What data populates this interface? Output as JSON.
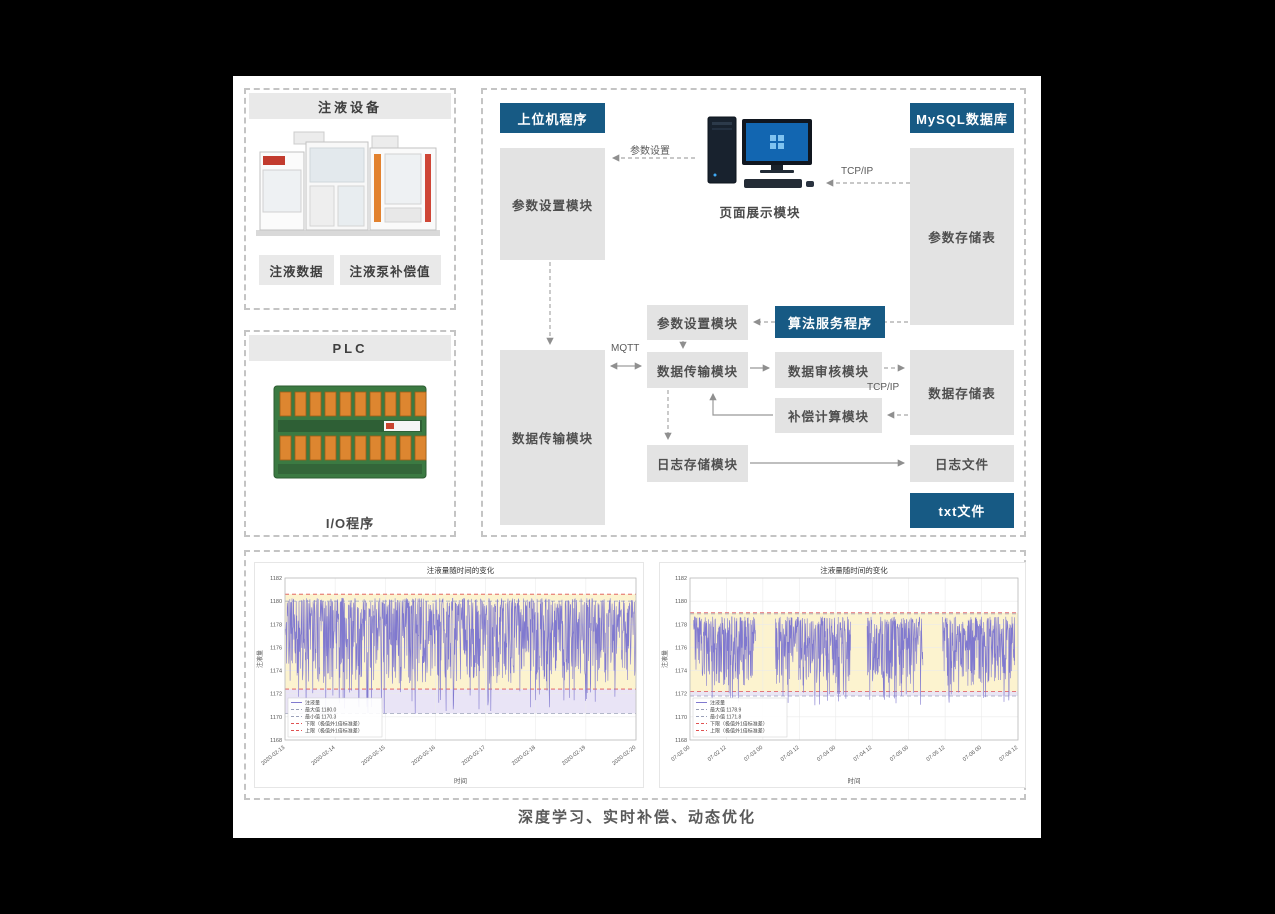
{
  "caption": "深度学习、实时补偿、动态优化",
  "ui_colors": {
    "badge_blue": "#175a84",
    "module_gray": "#e3e3e3",
    "panel_border": "#c4c4c4",
    "series_purple": "#8079cf",
    "limit_red": "#e05252",
    "band_yellow": "#fcf3cf"
  },
  "equipment_panel": {
    "title": "注液设备",
    "chips": [
      "注液数据",
      "注液泵补偿值"
    ]
  },
  "plc_panel": {
    "title": "PLC",
    "footer": "I/O程序"
  },
  "architecture": {
    "badges": {
      "host": "上位机程序",
      "mysql": "MySQL数据库",
      "algo": "算法服务程序",
      "txt": "txt文件"
    },
    "modules": {
      "param_setting_left": "参数设置模块",
      "page_display": "页面展示模块",
      "param_table": "参数存储表",
      "data_trans_left": "数据传输模块",
      "param_setting_mid": "参数设置模块",
      "data_trans_mid": "数据传输模块",
      "data_audit": "数据审核模块",
      "comp_calc": "补偿计算模块",
      "data_table": "数据存储表",
      "log_store": "日志存储模块",
      "log_file": "日志文件"
    },
    "edge_labels": {
      "param_set": "参数设置",
      "tcpip_top": "TCP/IP",
      "mqtt": "MQTT",
      "tcpip_right": "TCP/IP"
    }
  },
  "chart_data": [
    {
      "type": "line",
      "title": "注液量随时间的变化",
      "xlabel": "时间",
      "ylabel": "注液量",
      "ylim": [
        1168,
        1182
      ],
      "yticks": [
        1168,
        1170,
        1172,
        1174,
        1176,
        1178,
        1180,
        1182
      ],
      "xticklabels": [
        "2020-02-13",
        "2020-02-14",
        "2020-02-15",
        "2020-02-16",
        "2020-02-17",
        "2020-02-18",
        "2020-02-19",
        "2020-02-20"
      ],
      "series_name": "注液量",
      "series_summary": "high-frequency noisy signal oscillating mostly between 1172 and 1180 with occasional dips to about 1170.3",
      "max_value": 1180.0,
      "min_value": 1170.3,
      "upper_limit": 1180.6,
      "lower_limit": 1172.4,
      "legend": [
        "注液量",
        "最大值 1180.0",
        "最小值 1170.3",
        "下限（极值外1倍标准差）",
        "上限（极值外1倍标准差）"
      ],
      "legend_position": "lower left",
      "grid": true,
      "colors": {
        "line": "#8079cf",
        "band": "#fcf3cf",
        "sub_band": "#e9e4f6",
        "limit": "#e05252",
        "minmax": "#9aa0b8"
      },
      "noise": {
        "seed": 11,
        "points": 1100,
        "segments": [
          [
            0.0,
            1.0
          ]
        ],
        "dip_depth": 2.2
      }
    },
    {
      "type": "line",
      "title": "注液量随时间的变化",
      "xlabel": "时间",
      "ylabel": "注液量",
      "ylim": [
        1168,
        1182
      ],
      "yticks": [
        1168,
        1170,
        1172,
        1174,
        1176,
        1178,
        1180,
        1182
      ],
      "xticklabels": [
        "07-02 00",
        "07-02 12",
        "07-03 00",
        "07-03 12",
        "07-04 00",
        "07-04 12",
        "07-05 00",
        "07-05 12",
        "07-06 00",
        "07-06 12"
      ],
      "series_name": "注液量",
      "series_summary": "noisy signal between about 1172 and 1178.5 recorded in four segments separated by gaps",
      "max_value": 1178.9,
      "min_value": 1171.8,
      "upper_limit": 1179.0,
      "lower_limit": 1172.2,
      "legend": [
        "注液量",
        "最大值 1178.9",
        "最小值 1171.8",
        "下限（极值外1倍标准差）",
        "上限（极值外1倍标准差）"
      ],
      "legend_position": "lower left",
      "grid": true,
      "colors": {
        "line": "#8079cf",
        "band": "#fcf3cf",
        "sub_band": "#e9e4f6",
        "limit": "#e05252",
        "minmax": "#9aa0b8"
      },
      "noise": {
        "seed": 29,
        "points": 1100,
        "segments": [
          [
            0.01,
            0.2
          ],
          [
            0.26,
            0.49
          ],
          [
            0.54,
            0.71
          ],
          [
            0.77,
            0.99
          ]
        ],
        "dip_depth": 1.2
      }
    }
  ]
}
